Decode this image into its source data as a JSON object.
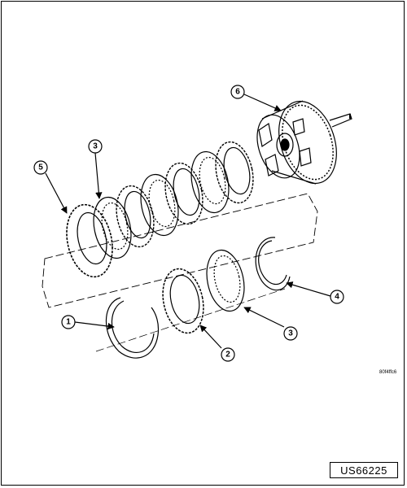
{
  "callouts": [
    {
      "id": "1",
      "label": "1"
    },
    {
      "id": "2",
      "label": "2"
    },
    {
      "id": "3a",
      "label": "3"
    },
    {
      "id": "3b",
      "label": "3"
    },
    {
      "id": "4",
      "label": "4"
    },
    {
      "id": "5",
      "label": "5"
    },
    {
      "id": "6",
      "label": "6"
    }
  ],
  "figure_ref": "80f4ffc6",
  "document_code": "US66225",
  "colors": {
    "line": "#000000",
    "background": "#ffffff"
  }
}
